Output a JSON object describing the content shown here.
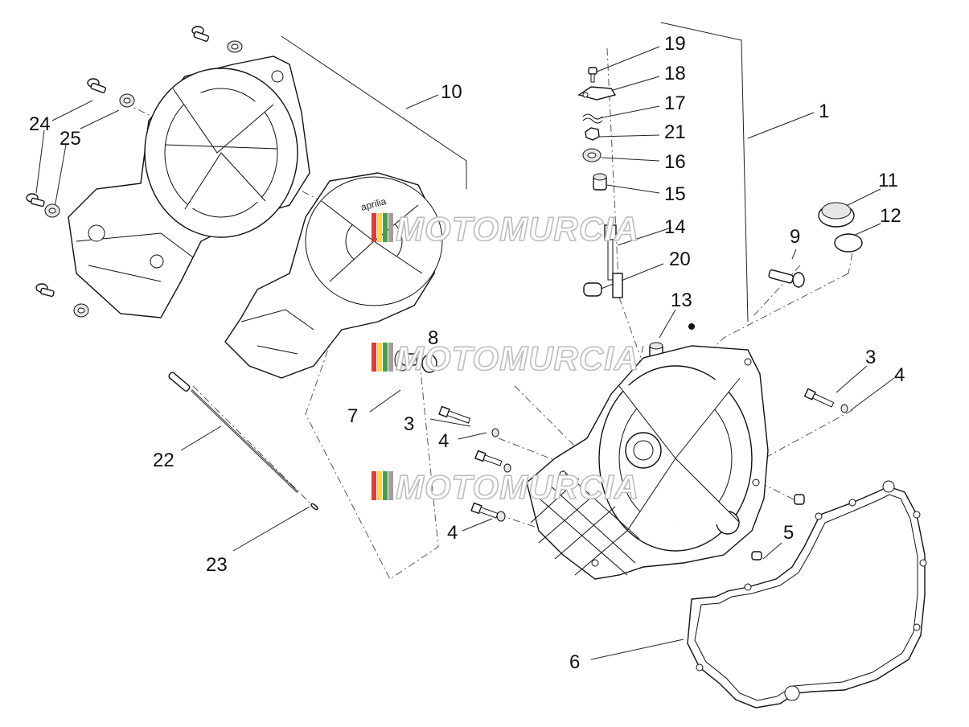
{
  "watermark": {
    "text": "MOTOMURCIA",
    "colors": [
      "#e53935",
      "#fdd835",
      "#43a047",
      "#9e9e9e"
    ]
  },
  "callouts": [
    {
      "id": "c1",
      "label": "1"
    },
    {
      "id": "c3a",
      "label": "3"
    },
    {
      "id": "c3b",
      "label": "3"
    },
    {
      "id": "c4a",
      "label": "4"
    },
    {
      "id": "c4b",
      "label": "4"
    },
    {
      "id": "c4c",
      "label": "4"
    },
    {
      "id": "c5",
      "label": "5"
    },
    {
      "id": "c6",
      "label": "6"
    },
    {
      "id": "c7",
      "label": "7"
    },
    {
      "id": "c8",
      "label": "8"
    },
    {
      "id": "c9",
      "label": "9"
    },
    {
      "id": "c10",
      "label": "10"
    },
    {
      "id": "c11",
      "label": "11"
    },
    {
      "id": "c12",
      "label": "12"
    },
    {
      "id": "c13",
      "label": "13"
    },
    {
      "id": "c14",
      "label": "14"
    },
    {
      "id": "c15",
      "label": "15"
    },
    {
      "id": "c16",
      "label": "16"
    },
    {
      "id": "c17",
      "label": "17"
    },
    {
      "id": "c18",
      "label": "18"
    },
    {
      "id": "c19",
      "label": "19"
    },
    {
      "id": "c20",
      "label": "20"
    },
    {
      "id": "c21",
      "label": "21"
    },
    {
      "id": "c22",
      "label": "22"
    },
    {
      "id": "c23",
      "label": "23"
    },
    {
      "id": "c24",
      "label": "24"
    },
    {
      "id": "c25",
      "label": "25"
    }
  ]
}
